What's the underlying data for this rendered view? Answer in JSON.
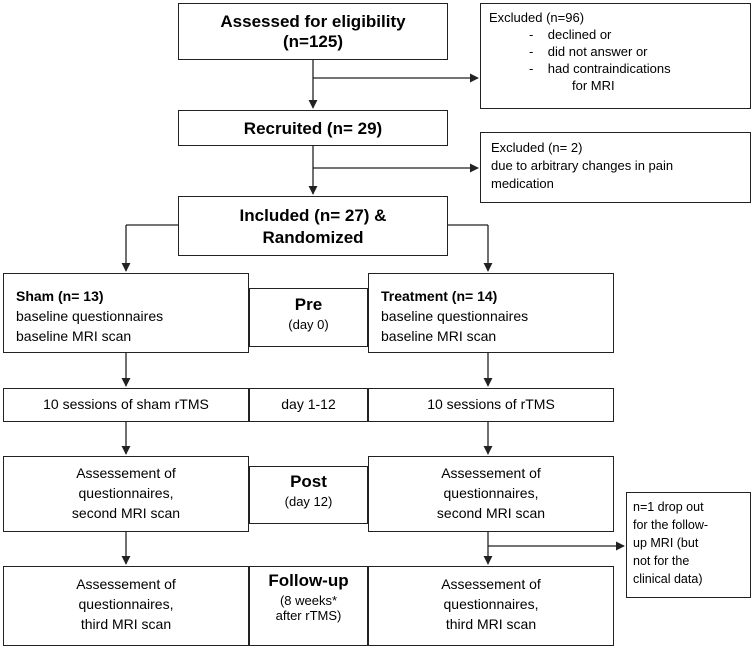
{
  "assessed": {
    "title": "Assessed for eligibility",
    "count": "(n=125)"
  },
  "excluded1": {
    "title": "Excluded (n=96)",
    "items": [
      "declined or",
      "did not answer or",
      "had contraindications",
      "for MRI"
    ]
  },
  "recruited": {
    "title": "Recruited (n= 29)"
  },
  "excluded2": {
    "title": "Excluded (n= 2)",
    "lines": [
      "due to arbitrary changes in pain",
      "medication"
    ]
  },
  "included": {
    "line1": "Included (n= 27) &",
    "line2": "Randomized"
  },
  "sham": {
    "head": "Sham (n= 13)",
    "lines": [
      "baseline questionnaires",
      "baseline MRI scan"
    ]
  },
  "pre": {
    "title": "Pre",
    "sub": "(day 0)"
  },
  "treatment": {
    "head": "Treatment (n= 14)",
    "lines": [
      "baseline questionnaires",
      "baseline MRI scan"
    ]
  },
  "sessions": {
    "sham": "10 sessions of sham rTMS",
    "days": "day 1-12",
    "treatment": "10 sessions of rTMS"
  },
  "post_left": {
    "lines": [
      "Assessement of",
      "questionnaires,",
      "second MRI scan"
    ]
  },
  "post": {
    "title": "Post",
    "sub": "(day 12)"
  },
  "post_right": {
    "lines": [
      "Assessement of",
      "questionnaires,",
      "second MRI scan"
    ]
  },
  "dropout": {
    "lines": [
      "n=1 drop out",
      "for the follow-",
      "up MRI (but",
      "not for the",
      "clinical data)"
    ]
  },
  "follow_left": {
    "lines": [
      "Assessement of",
      "questionnaires,",
      "third MRI scan"
    ]
  },
  "followup": {
    "title": "Follow-up",
    "sub1": "(8 weeks*",
    "sub2": "after rTMS)"
  },
  "follow_right": {
    "lines": [
      "Assessement of",
      "questionnaires,",
      "third MRI scan"
    ]
  }
}
